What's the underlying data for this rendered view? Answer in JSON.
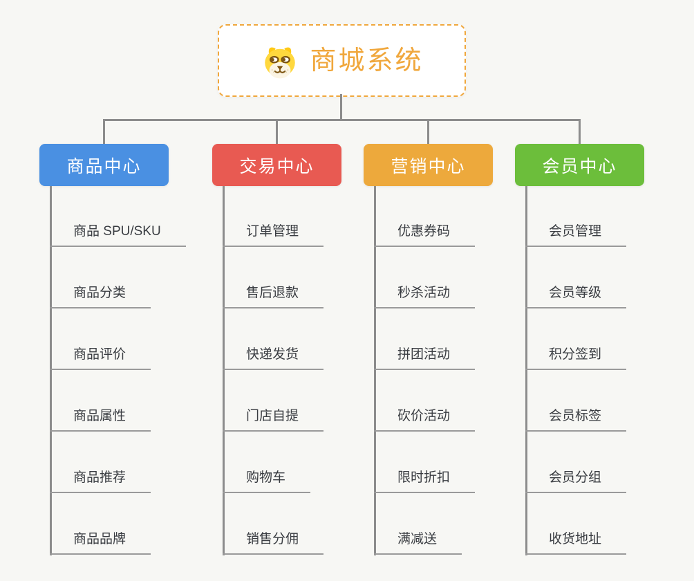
{
  "root": {
    "title": "商城系统",
    "icon": "dog-face-icon",
    "accent": "#f0a73c"
  },
  "colors": {
    "background": "#f7f7f4",
    "connector": "#8c8c8c",
    "leaf_underline": "#9a9a9a",
    "leaf_text": "#393c41"
  },
  "branches": [
    {
      "label": "商品中心",
      "color": "#4a90e2",
      "children": [
        "商品 SPU/SKU",
        "商品分类",
        "商品评价",
        "商品属性",
        "商品推荐",
        "商品品牌"
      ]
    },
    {
      "label": "交易中心",
      "color": "#e85a52",
      "children": [
        "订单管理",
        "售后退款",
        "快递发货",
        "门店自提",
        "购物车",
        "销售分佣"
      ]
    },
    {
      "label": "营销中心",
      "color": "#eda93c",
      "children": [
        "优惠券码",
        "秒杀活动",
        "拼团活动",
        "砍价活动",
        "限时折扣",
        "满减送"
      ]
    },
    {
      "label": "会员中心",
      "color": "#6cbe3b",
      "children": [
        "会员管理",
        "会员等级",
        "积分签到",
        "会员标签",
        "会员分组",
        "收货地址"
      ]
    }
  ]
}
